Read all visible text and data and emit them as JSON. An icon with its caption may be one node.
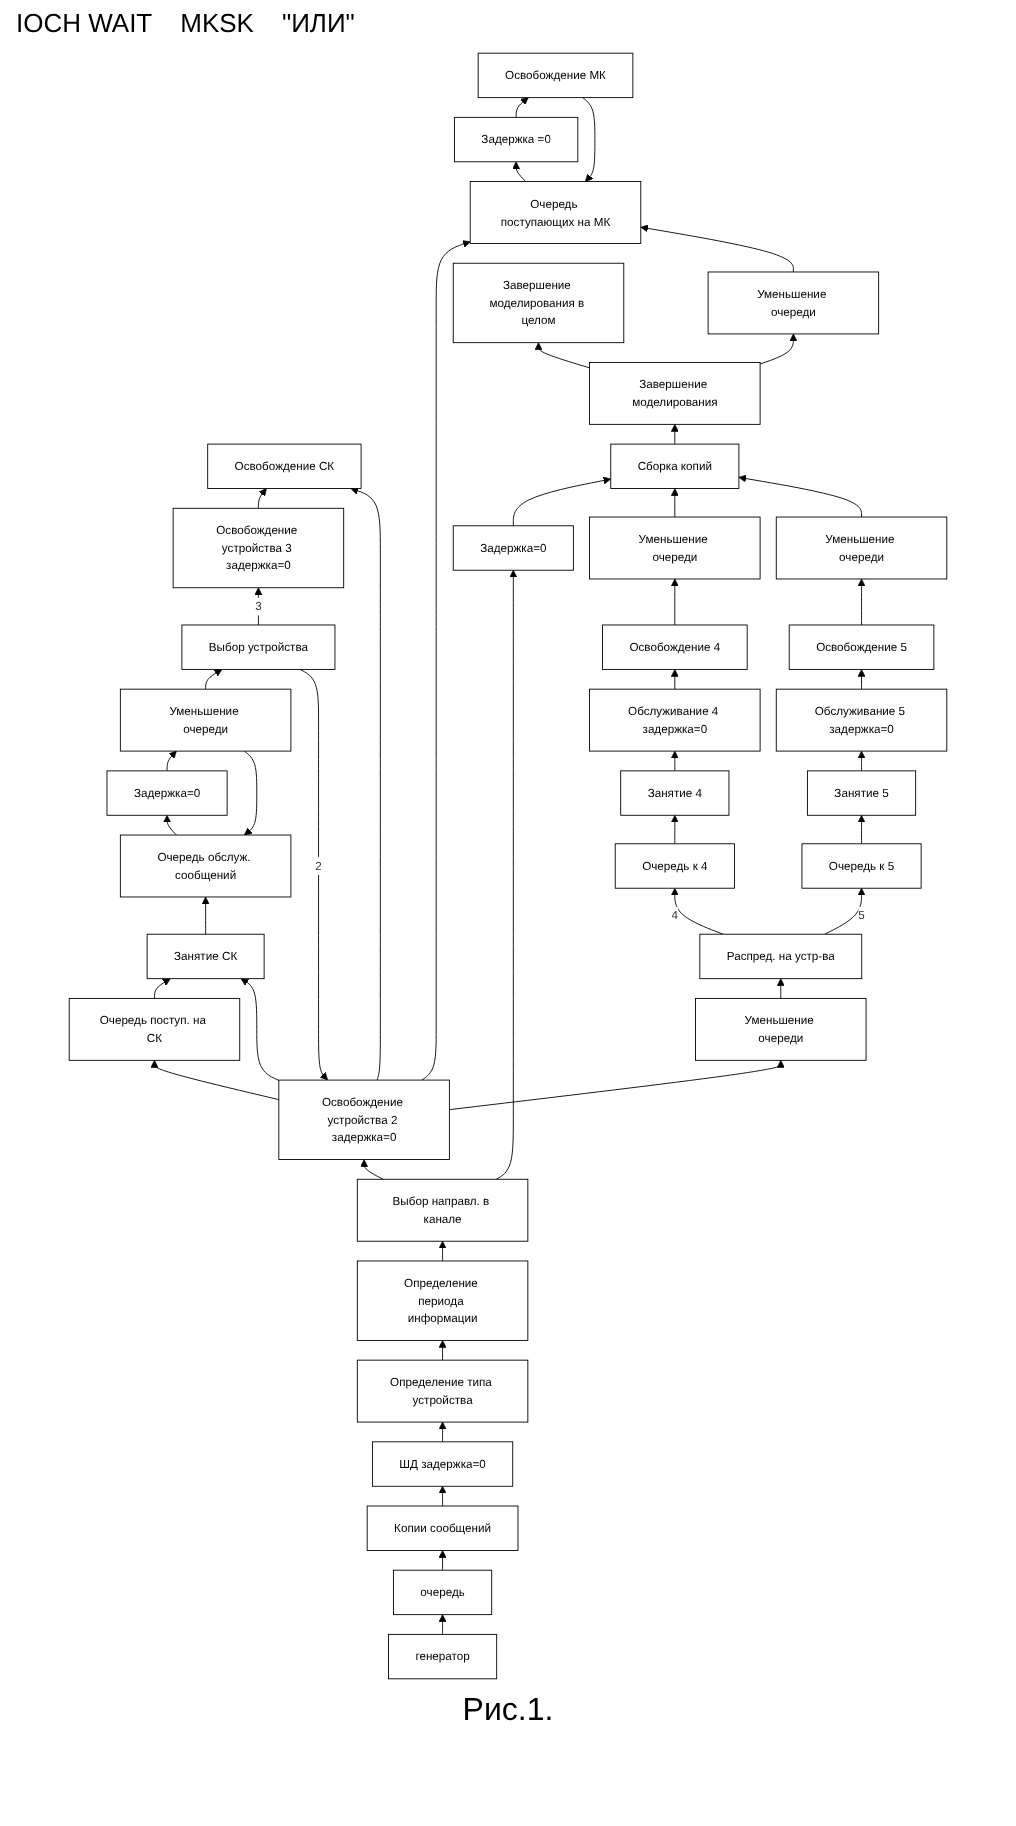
{
  "diagram": {
    "caption": "Рис.1.",
    "nodes": [
      {
        "text": [
          "генератор"
        ]
      },
      {
        "text": [
          "очередь"
        ]
      },
      {
        "text": [
          "Копии сообщений"
        ]
      },
      {
        "text": [
          "ШД задержка=0"
        ]
      },
      {
        "text": [
          "Определение типа устройства"
        ]
      },
      {
        "text": [
          "Определение периода информации"
        ]
      },
      {
        "text": [
          "Выбор направл. в канале"
        ]
      },
      {
        "text": [
          "Задержка=0"
        ]
      },
      {
        "text": [
          "Освобождение устройства 2 задержка=0"
        ]
      },
      {
        "text": [
          "Очередь поступ. на СК"
        ]
      },
      {
        "text": [
          "Занятие СК"
        ]
      },
      {
        "text": [
          "Очередь обслуж. сообщений"
        ]
      },
      {
        "text": [
          "Задержка=0"
        ]
      },
      {
        "text": [
          "Уменьшение очереди"
        ]
      },
      {
        "text": [
          "Выбор устройства"
        ]
      },
      {
        "text": [
          "Освобождение устройства 3 задержка=0"
        ]
      },
      {
        "text": [
          "Освобождение СК"
        ]
      },
      {
        "text": [
          "Уменьшение очереди"
        ]
      },
      {
        "text": [
          "Очередь к 4"
        ]
      },
      {
        "text": [
          "Занятие 4"
        ]
      },
      {
        "text": [
          "Обслуживание 4 задержка=0"
        ]
      },
      {
        "text": [
          "Освобождение 4"
        ]
      },
      {
        "text": [
          "Уменьшение очереди"
        ]
      },
      {
        "text": [
          "Распред. на устр-ва"
        ]
      },
      {
        "text": [
          "Очередь к 5"
        ]
      },
      {
        "text": [
          "Занятие 5"
        ]
      },
      {
        "text": [
          "Обслуживание 5 задержка=0"
        ]
      },
      {
        "text": [
          "Освобождение 5"
        ]
      },
      {
        "text": [
          "Уменьшение очереди"
        ]
      },
      {
        "text": [
          "Очередь поступающих на МК"
        ]
      },
      {
        "text": [
          "Задержка =0"
        ]
      },
      {
        "text": [
          "Освобождение МК"
        ]
      },
      {
        "text": [
          "Сборка копий"
        ]
      },
      {
        "text": [
          "Завершение моделирования"
        ]
      },
      {
        "text": [
          "Уменьшение очереди"
        ]
      },
      {
        "text": [
          "Завершение моделирования в целом"
        ]
      }
    ],
    "edges": [
      {
        "from": 0,
        "to": 1,
        "arrow": "to"
      },
      {
        "from": 1,
        "to": 2,
        "arrow": "to"
      },
      {
        "from": 2,
        "to": 3,
        "arrow": "to"
      },
      {
        "from": 3,
        "to": 4,
        "arrow": "to"
      },
      {
        "from": 4,
        "to": 5,
        "arrow": "to"
      },
      {
        "from": 5,
        "to": 6,
        "arrow": "to"
      },
      {
        "from": 6,
        "to": 7,
        "arrow": "to"
      },
      {
        "from": 6,
        "to": 8,
        "arrow": "to"
      },
      {
        "from": 7,
        "to": 32,
        "arrow": "to"
      },
      {
        "from": 8,
        "to": 9,
        "arrow": "to"
      },
      {
        "from": 8,
        "to": 29,
        "arrow": "to"
      },
      {
        "from": 9,
        "to": 10,
        "arrow": "to"
      },
      {
        "from": 10,
        "to": 11,
        "arrow": "to"
      },
      {
        "from": 11,
        "to": 12,
        "arrow": "to"
      },
      {
        "from": 12,
        "to": 13,
        "arrow": "to"
      },
      {
        "from": 13,
        "to": 11,
        "arrow": "to"
      },
      {
        "from": 13,
        "to": 14,
        "arrow": "to"
      },
      {
        "from": 14,
        "to": 8,
        "label": "2",
        "arrow": "to"
      },
      {
        "from": 14,
        "to": 15,
        "label": "3",
        "arrow": "to"
      },
      {
        "from": 15,
        "to": 16,
        "arrow": "to"
      },
      {
        "from": 8,
        "to": 16,
        "arrow": "to"
      },
      {
        "from": 8,
        "to": 17,
        "arrow": "to"
      },
      {
        "from": 8,
        "to": 10,
        "arrow": "to"
      },
      {
        "from": 17,
        "to": 23,
        "arrow": "to"
      },
      {
        "from": 23,
        "to": 18,
        "label": "4",
        "arrow": "to"
      },
      {
        "from": 23,
        "to": 24,
        "label": "5",
        "arrow": "to"
      },
      {
        "from": 18,
        "to": 19,
        "arrow": "to"
      },
      {
        "from": 19,
        "to": 20,
        "arrow": "to"
      },
      {
        "from": 20,
        "to": 21,
        "arrow": "to"
      },
      {
        "from": 21,
        "to": 22,
        "arrow": "to"
      },
      {
        "from": 22,
        "to": 32,
        "arrow": "to"
      },
      {
        "from": 24,
        "to": 25,
        "arrow": "to"
      },
      {
        "from": 25,
        "to": 26,
        "arrow": "to"
      },
      {
        "from": 26,
        "to": 27,
        "arrow": "to"
      },
      {
        "from": 27,
        "to": 28,
        "arrow": "to"
      },
      {
        "from": 28,
        "to": 32,
        "arrow": "to"
      },
      {
        "from": 32,
        "to": 33,
        "arrow": "to"
      },
      {
        "from": 33,
        "to": 34,
        "arrow": "to"
      },
      {
        "from": 33,
        "to": 35,
        "arrow": "to"
      },
      {
        "from": 34,
        "to": 29,
        "arrow": "to"
      },
      {
        "from": 29,
        "to": 30,
        "arrow": "to"
      },
      {
        "from": 30,
        "to": 31,
        "arrow": "to"
      },
      {
        "from": 31,
        "to": 29,
        "arrow": "to"
      }
    ],
    "labels": [
      "IOCH WAIT",
      "MKSK",
      "\"ИЛИ\""
    ]
  }
}
